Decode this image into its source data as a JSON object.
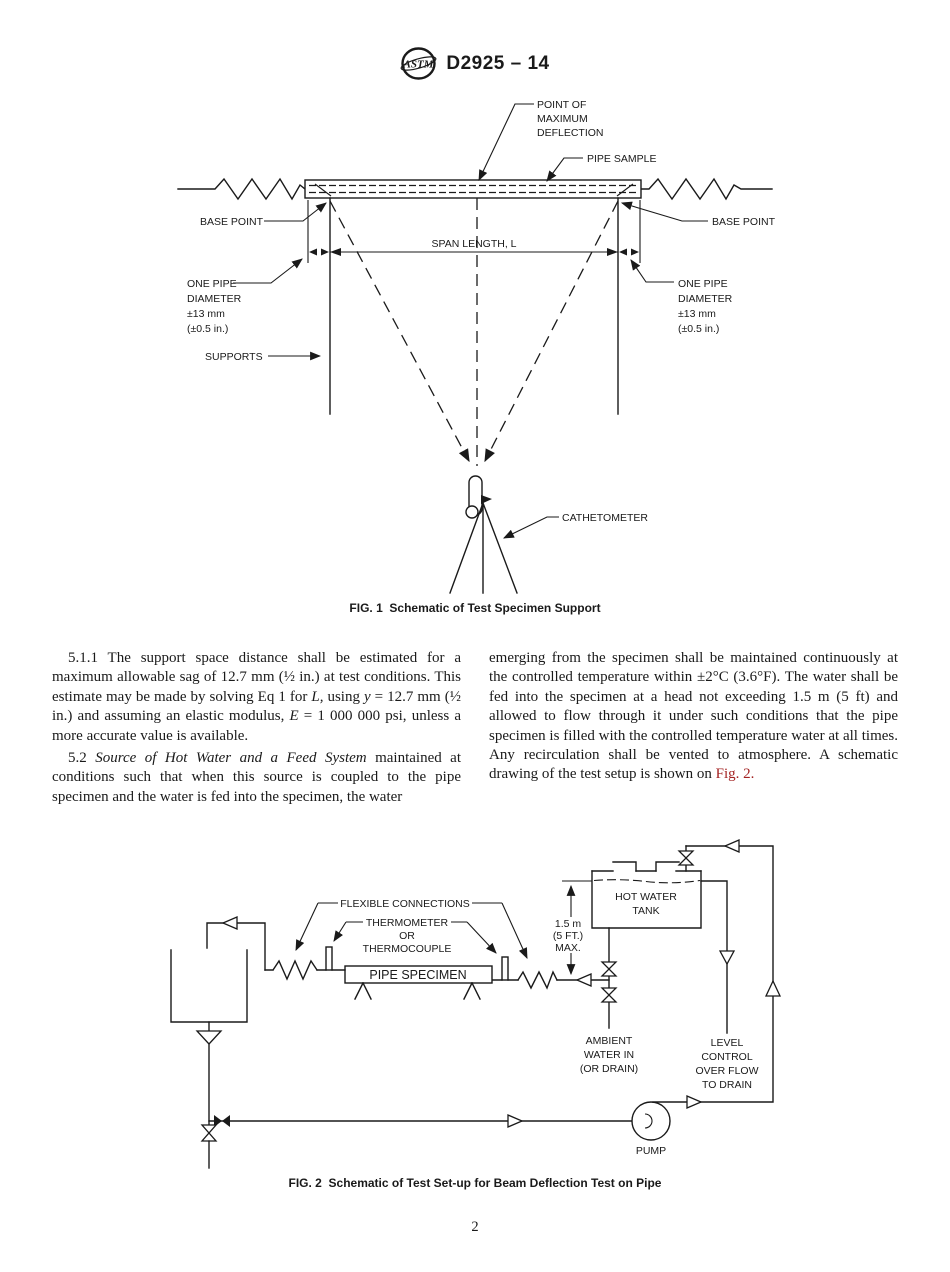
{
  "header": {
    "logo_text": "ASTM",
    "designation": "D2925 – 14"
  },
  "fig1": {
    "labels": {
      "point_of_max": [
        "POINT OF",
        "MAXIMUM",
        "DEFLECTION"
      ],
      "pipe_sample": "PIPE SAMPLE",
      "base_point_left": "BASE POINT",
      "base_point_right": "BASE POINT",
      "span_length": "SPAN LENGTH, L",
      "one_pipe_left": [
        "ONE PIPE",
        "DIAMETER",
        "±13 mm",
        "(±0.5 in.)"
      ],
      "one_pipe_right": [
        "ONE PIPE",
        "DIAMETER",
        "±13 mm",
        "(±0.5 in.)"
      ],
      "supports": "SUPPORTS",
      "cathetometer": "CATHETOMETER"
    },
    "caption": "FIG. 1  Schematic of Test Specimen Support"
  },
  "body": {
    "left": [
      [
        {
          "t": "5.1.1 The support space distance shall be estimated for a maximum allowable sag of 12.7 mm (½ in.) at test conditions. This estimate may be made by solving Eq 1 for "
        },
        {
          "t": "L,",
          "i": true
        },
        {
          "t": " using "
        },
        {
          "t": "y",
          "i": true
        },
        {
          "t": " = 12.7 mm (½ in.) and assuming an elastic modulus, "
        },
        {
          "t": "E",
          "i": true
        },
        {
          "t": " = 1 000 000 psi, unless a more accurate value is available."
        }
      ],
      [
        {
          "t": "5.2 "
        },
        {
          "t": "Source of Hot Water and a Feed System",
          "i": true
        },
        {
          "t": " maintained at conditions such that when this source is coupled to the pipe specimen and the water is fed into the specimen, the water"
        }
      ]
    ],
    "right": [
      [
        {
          "t": "emerging from the specimen shall be maintained continuously at the controlled temperature within ±2°C (3.6°F). The water shall be fed into the specimen at a head not exceeding 1.5 m (5 ft) and allowed to flow through it under such conditions that the pipe specimen is filled with the controlled temperature water at all times. Any recirculation shall be vented to atmosphere. A schematic drawing of the test setup is shown on "
        },
        {
          "t": "Fig. 2.",
          "c": "#a32222",
          "link": true,
          "name": "fig2-link"
        }
      ]
    ]
  },
  "fig2": {
    "labels": {
      "flexible_connections": "FLEXIBLE CONNECTIONS",
      "thermometer": [
        "THERMOMETER",
        "OR",
        "THERMOCOUPLE"
      ],
      "pipe_specimen": "PIPE SPECIMEN",
      "head_limit": [
        "1.5 m",
        "(5 FT.)",
        "MAX."
      ],
      "hot_water_tank": [
        "HOT WATER",
        "TANK"
      ],
      "ambient": [
        "AMBIENT",
        "WATER IN",
        "(OR DRAIN)"
      ],
      "level_control": [
        "LEVEL",
        "CONTROL",
        "OVER FLOW",
        "TO DRAIN"
      ],
      "pump": "PUMP"
    },
    "caption": "FIG. 2  Schematic of Test Set-up for Beam Deflection Test on Pipe"
  },
  "footer": {
    "page_number": "2"
  },
  "colors": {
    "ink": "#1a1a1a",
    "link": "#a32222"
  }
}
